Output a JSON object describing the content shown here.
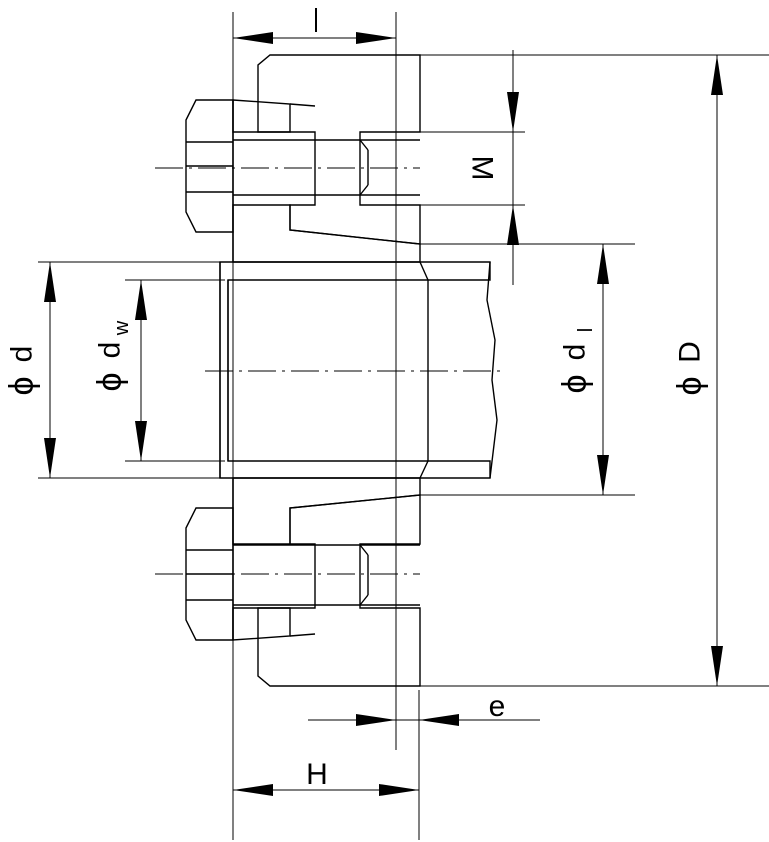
{
  "labels": {
    "l": "l",
    "M": "M",
    "D": "D",
    "d": "d",
    "dw": "d",
    "dw_sub": "w",
    "d1": "d",
    "d1_sub": "l",
    "e": "e",
    "H": "H",
    "phi": "ϕ"
  }
}
